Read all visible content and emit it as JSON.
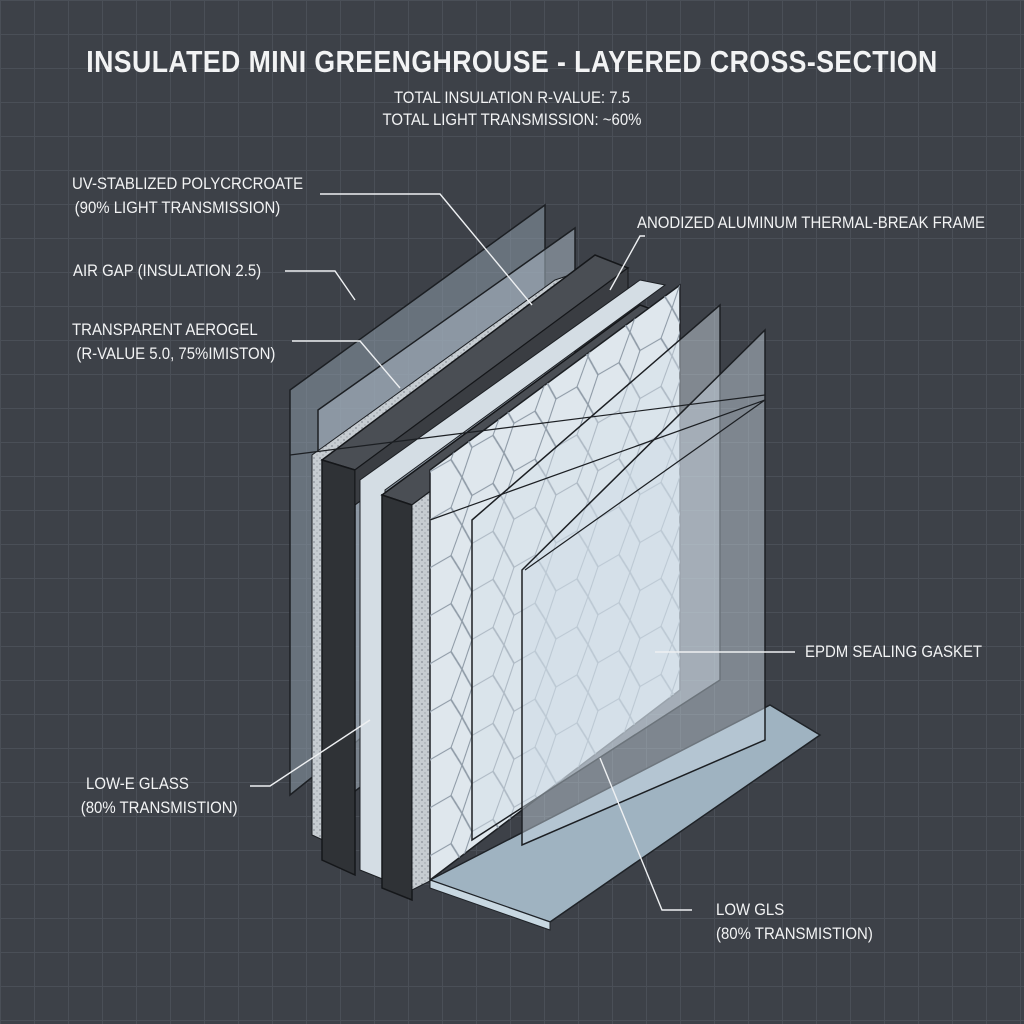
{
  "title": "INSULATED MINI GREENGHROUSE - LAYERED CROSS-SECTION",
  "summary": {
    "r_value": "TOTAL INSULATION R-VALUE: 7.5",
    "light": "TOTAL LIGHT TRANSMISSION: ~60%"
  },
  "labels": {
    "polycarbonate": {
      "line1": "UV-STABLIZED POLYCRCROATE",
      "line2": "(90% LIGHT TRANSMISSION)"
    },
    "air_gap": {
      "line1": "AIR GAP (INSULATION 2.5)"
    },
    "aerogel": {
      "line1": "TRANSPARENT AEROGEL",
      "line2": "(R-VALUE 5.0, 75%IMISTON)"
    },
    "frame": {
      "line1": "ANODIZED ALUMINUM THERMAL-BREAK FRAME"
    },
    "gasket": {
      "line1": "EPDM SEALING GASKET"
    },
    "low_e_glass": {
      "line1": "LOW-E GLASS",
      "line2": "(80% TRANSMISTION)"
    },
    "low_gls": {
      "line1": "LOW GLS",
      "line2": "(80% TRANSMISTION)"
    }
  },
  "colors": {
    "background": "#3d4148",
    "grid": "#4a4f57",
    "glass": "#c9d6df",
    "frame": "#3a3d42"
  }
}
